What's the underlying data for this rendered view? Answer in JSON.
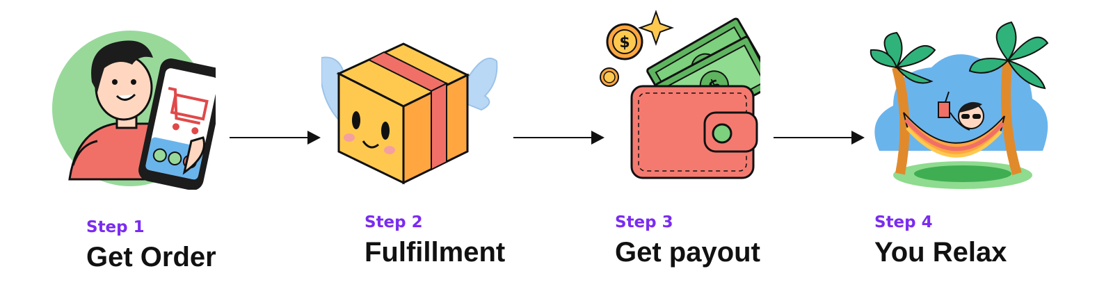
{
  "steps": [
    {
      "number_label": "Step 1",
      "title": "Get Order",
      "icon": "person-with-phone-cart-icon"
    },
    {
      "number_label": "Step 2",
      "title": "Fulfillment",
      "icon": "winged-box-icon"
    },
    {
      "number_label": "Step 3",
      "title": "Get payout",
      "icon": "wallet-with-cash-icon"
    },
    {
      "number_label": "Step 4",
      "title": "You Relax",
      "icon": "hammock-palm-trees-icon"
    }
  ],
  "colors": {
    "step_number": "#7a2cf0",
    "title": "#111111",
    "arrow": "#111111"
  }
}
